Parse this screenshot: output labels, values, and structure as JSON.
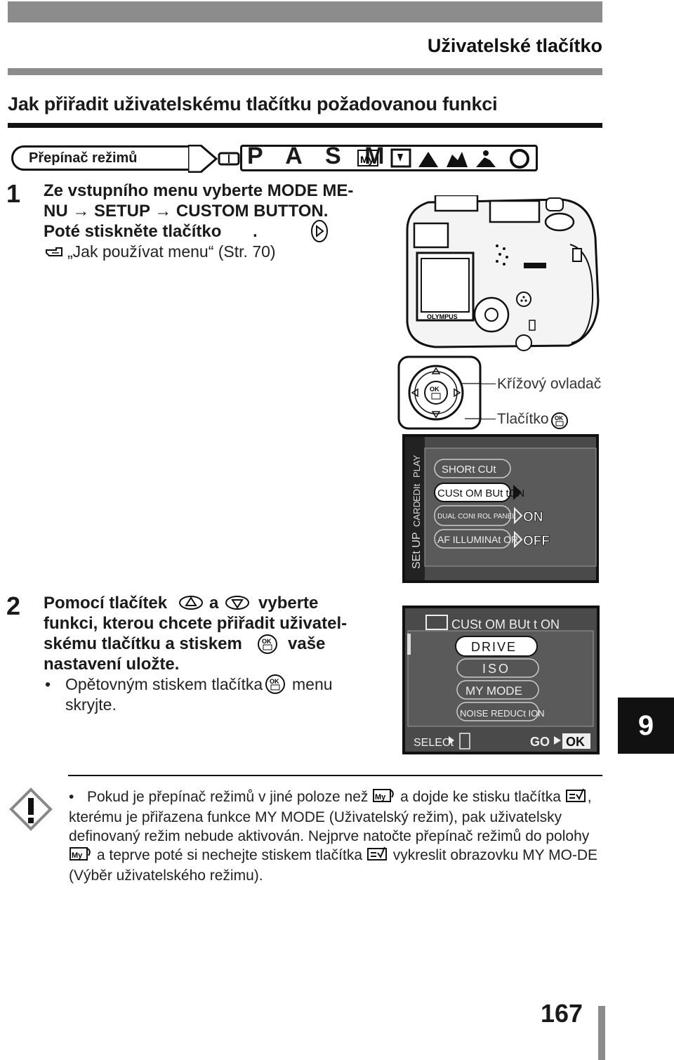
{
  "header": {
    "section_title": "Uživatelské tlačítko",
    "heading": "Jak přiřadit uživatelskému tlačítku požadovanou funkci"
  },
  "mode_dial": {
    "label": "Přepínač režimů",
    "modes": "P A S M"
  },
  "step1": {
    "number": "1",
    "line1": "Ze vstupního menu vyberte MODE ME-",
    "line2": "NU → SETUP → CUSTOM BUTTON.",
    "line3": "Poté stiskněte tlačítko",
    "line3_end": ".",
    "ref": "„Jak používat menu“ (Str. 70)"
  },
  "camera": {
    "brand": "OLYMPUS",
    "callout_cross": "Křížový ovladač",
    "callout_ok": "Tlačítko",
    "ok_label": "OK"
  },
  "lcd1": {
    "tabs": [
      "SEt UP",
      "CARD",
      "EDIt",
      "PLAY"
    ],
    "items": [
      "SHORt CUt",
      "CUSt OM BUt tON",
      "DUAL CONt ROL PANEL",
      "AF ILLUMINAt OR"
    ],
    "options": [
      "ON",
      "OFF"
    ]
  },
  "step2": {
    "number": "2",
    "line1_a": "Pomocí tlačítek",
    "line1_b": "a",
    "line1_c": "vyberte",
    "line2": "funkci, kterou chcete přiřadit uživatel-",
    "line3_a": "skému tlačítku a stiskem",
    "line3_b": "vaše",
    "line4": "nastavení uložte.",
    "bullet_a": "Opětovným stiskem tlačítka",
    "bullet_b": "menu",
    "bullet_c": "skryjte."
  },
  "lcd2": {
    "title": "CUSt OM BUt t ON",
    "items": [
      "DRIVE",
      "ISO",
      "MY MODE",
      "NOISE REDUCt ION"
    ],
    "select_label": "SELECt",
    "go_label": "GO",
    "ok_label": "OK"
  },
  "side_tab": "9",
  "note": {
    "p1": "Pokud je přepínač režimů v jiné poloze než",
    "p2": "a dojde ke stisku tlačítka",
    "p3": ", kterému je přiřazena funkce MY MODE (Uživatelský režim), pak uživatelsky definovaný režim nebude aktivován. Nejprve natočte přepínač režimů do polohy",
    "p4": "a teprve poté si nechejte stiskem tlačítka",
    "p5": "vykreslit obrazovku MY MO-DE (Výběr uživatelského režimu)."
  },
  "page_number": "167"
}
